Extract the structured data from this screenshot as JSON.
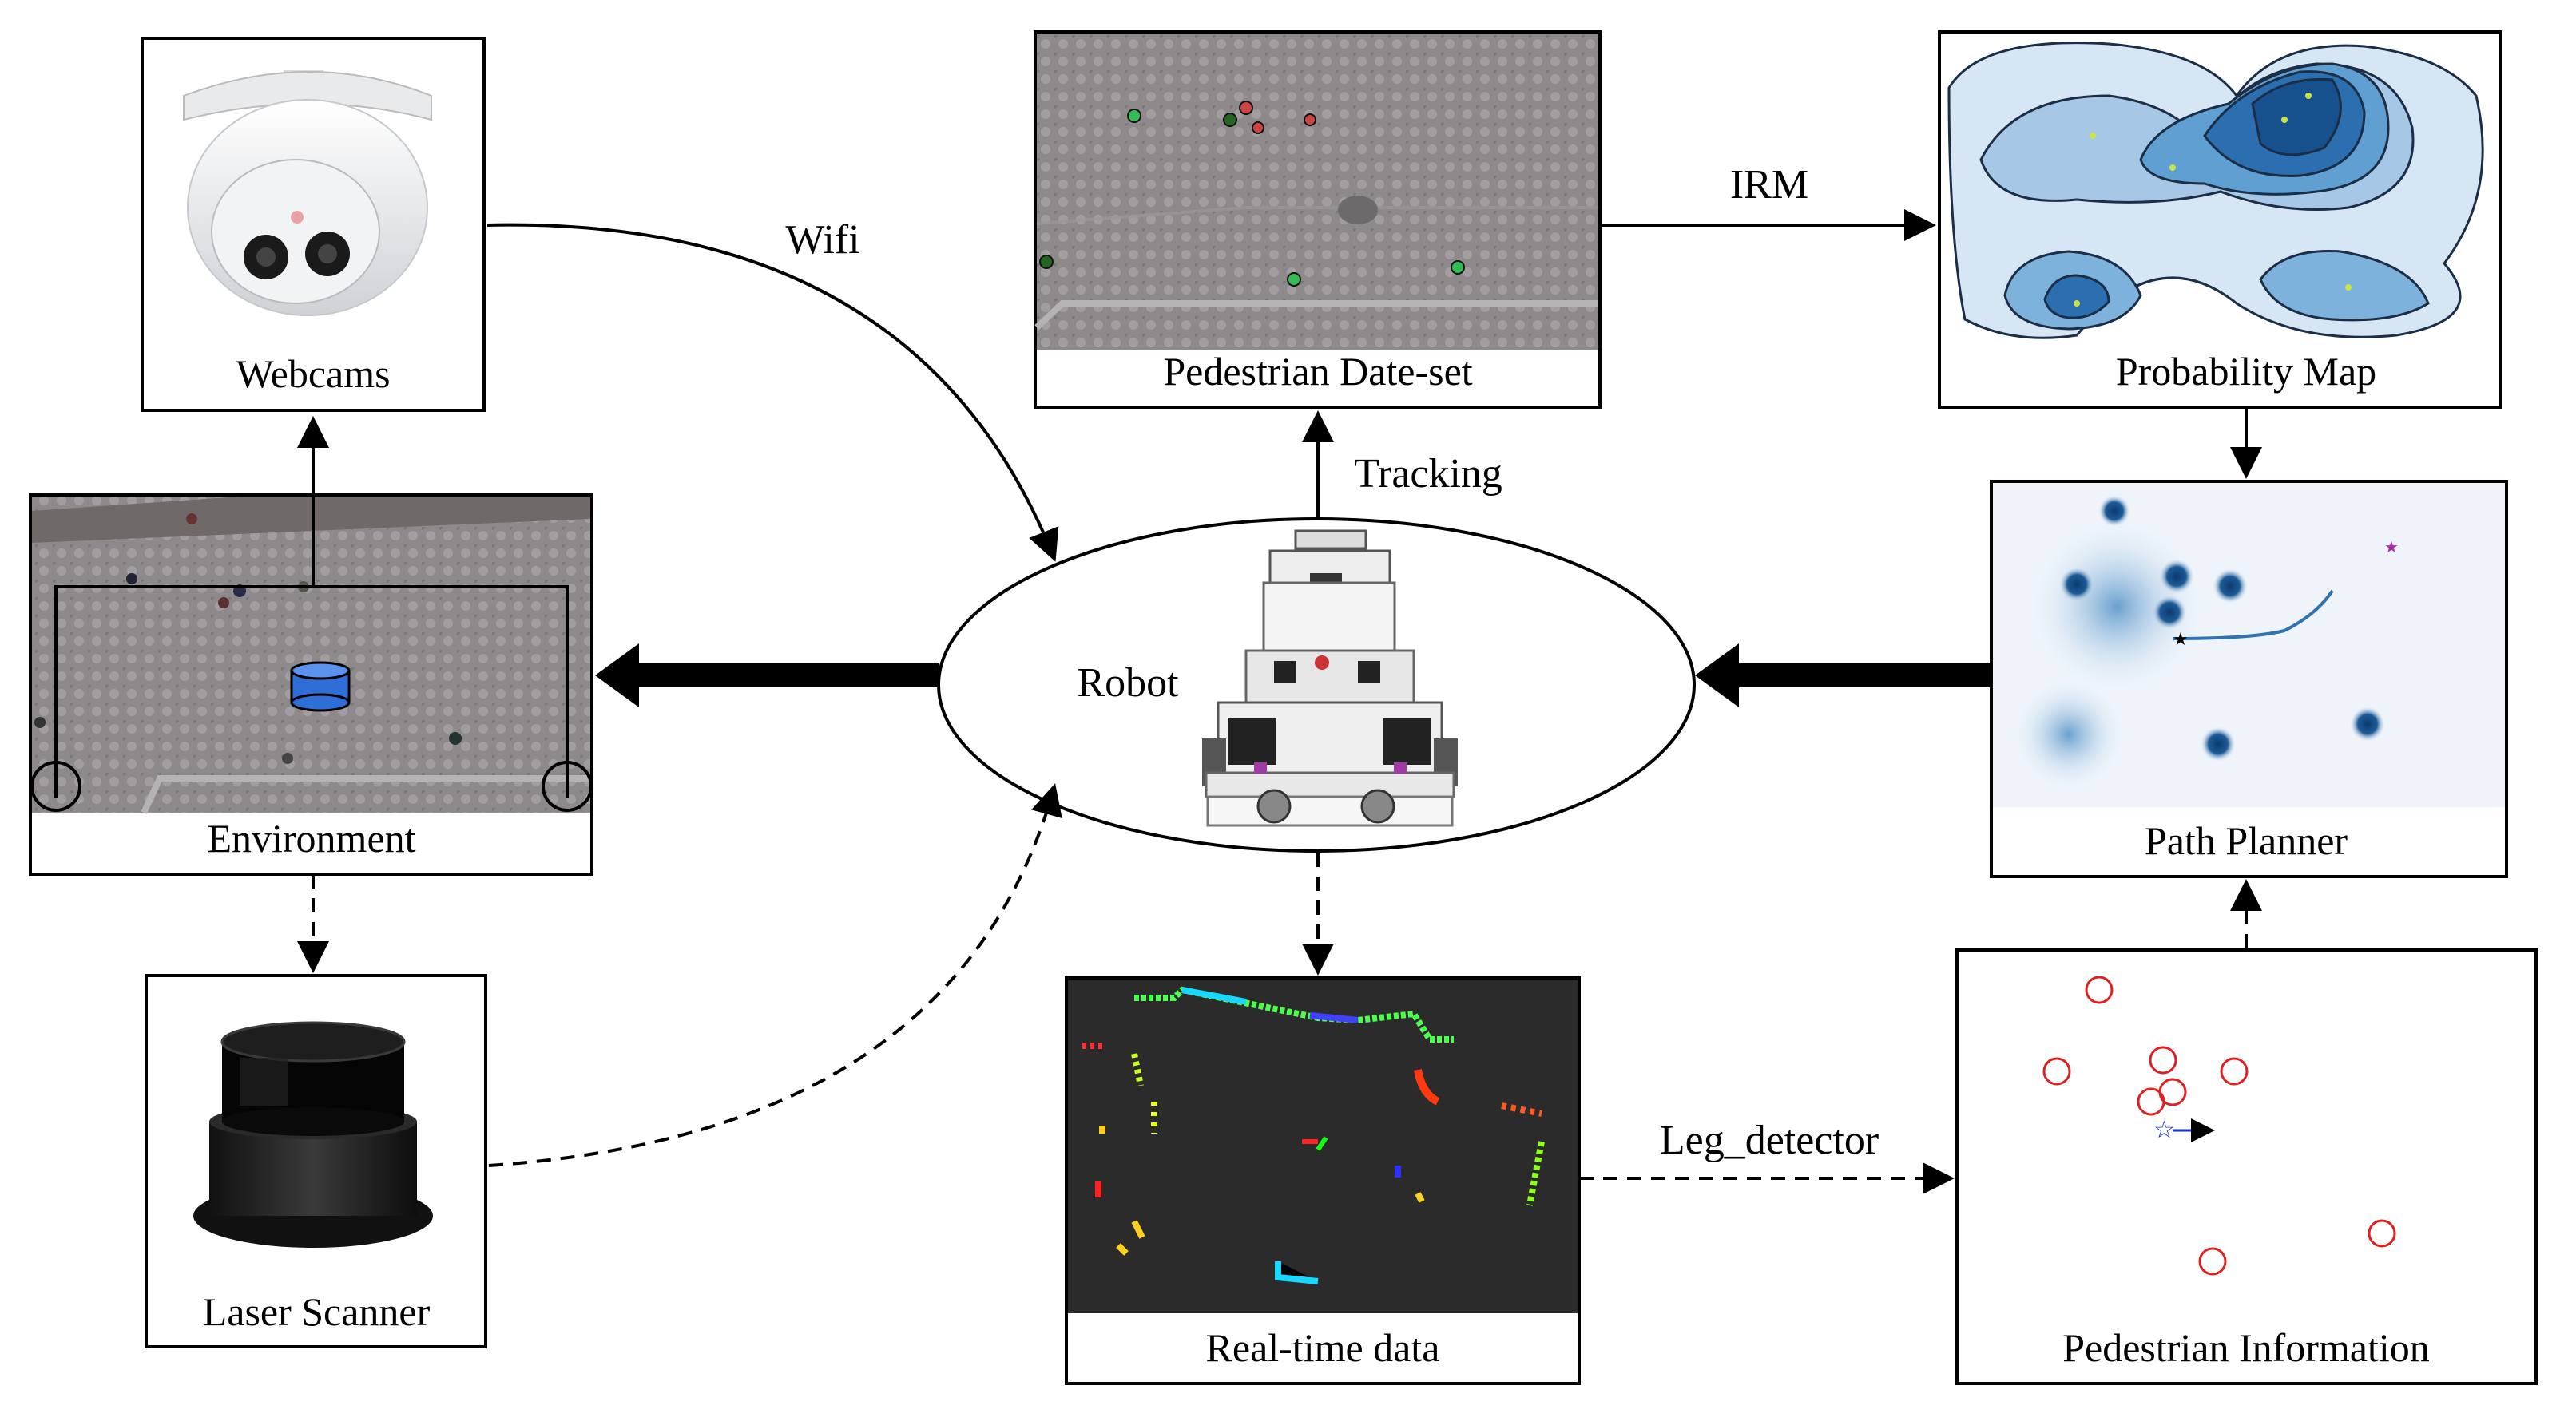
{
  "nodes": {
    "webcams": "Webcams",
    "environment": "Environment",
    "laser_scanner": "Laser Scanner",
    "robot": "Robot",
    "pedestrian_dataset": "Pedestrian Date-set",
    "probability_map": "Probability Map",
    "path_planner": "Path Planner",
    "realtime_data": "Real-time data",
    "pedestrian_information": "Pedestrian Information"
  },
  "edges": {
    "wifi": "Wifi",
    "irm": "IRM",
    "tracking": "Tracking",
    "leg_detector": "Leg_detector"
  },
  "colors": {
    "line": "#000000",
    "pavement": "#8e8a8c",
    "lidar_bg": "#2b2b2b",
    "prob_blue": "#1f5fa0",
    "planner_blue": "#0b3a6e",
    "pedestrian_circle": "#e02020",
    "robot_marker": "#1a2fd0"
  },
  "icons": {
    "webcam": "dome-camera-icon",
    "laser": "lidar-scanner-icon",
    "robot": "mobile-robot-icon",
    "sensor": "cylinder-sensor-icon"
  }
}
